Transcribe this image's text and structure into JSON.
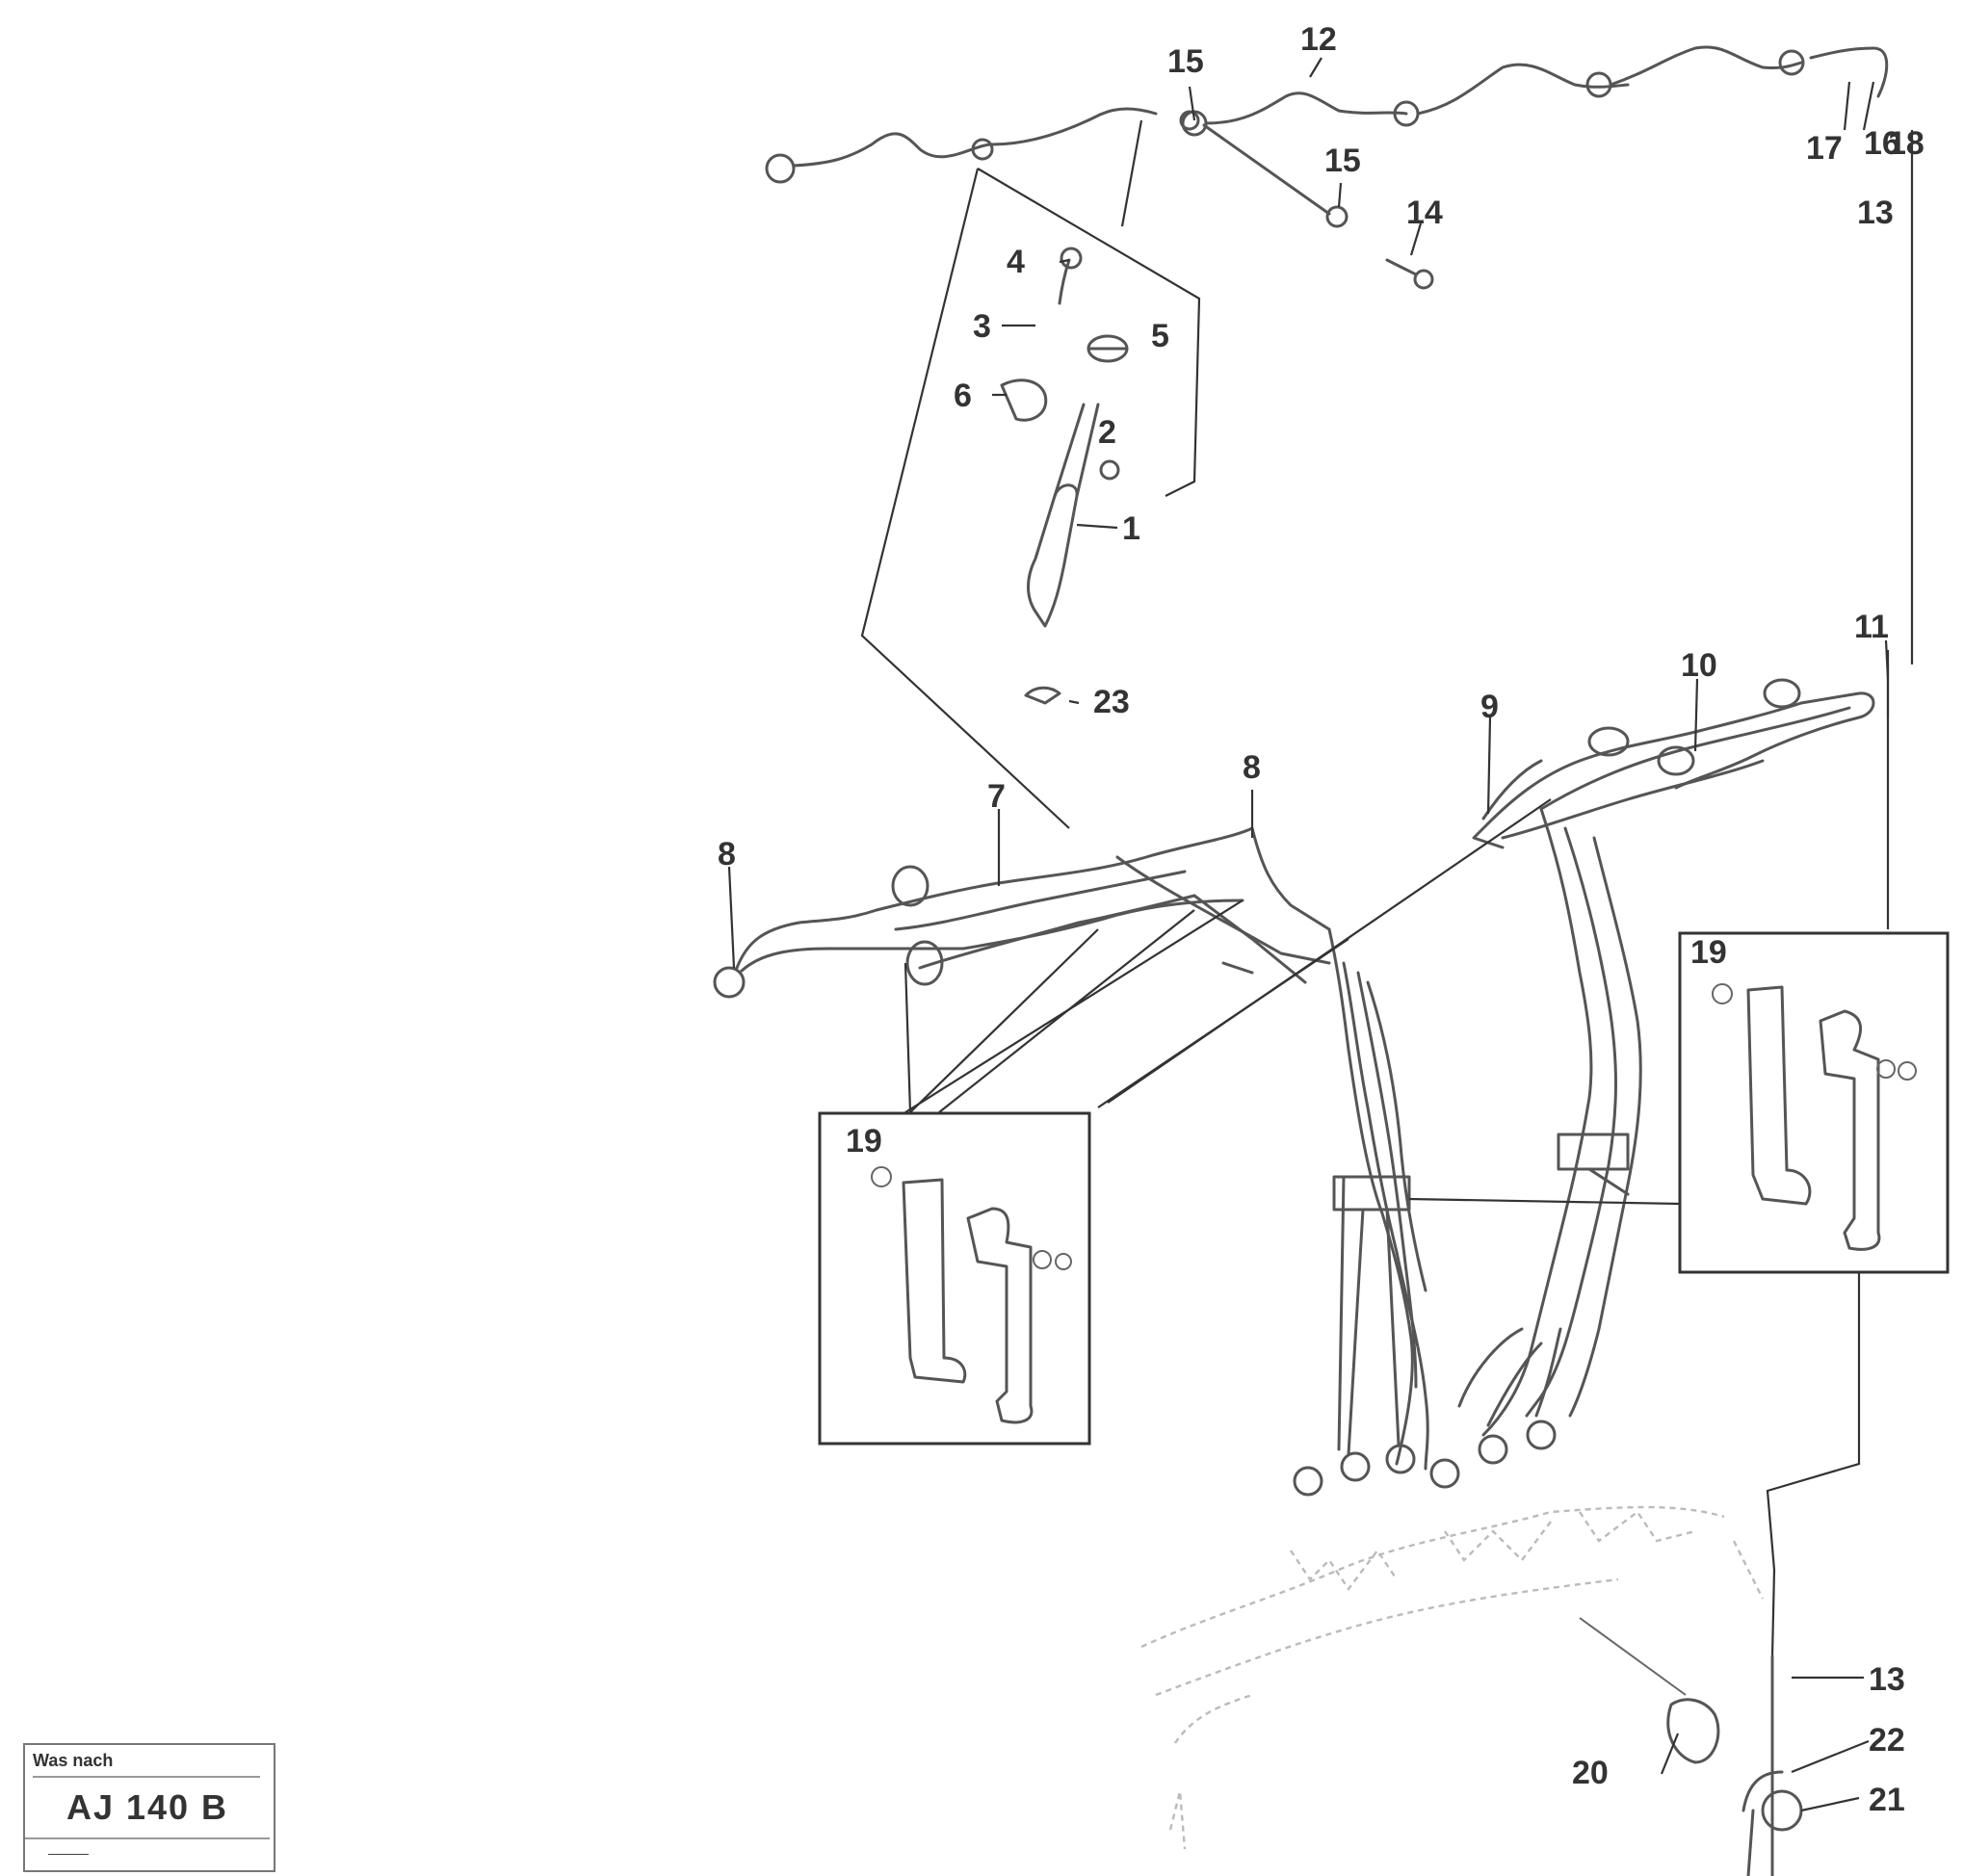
{
  "callouts": {
    "c1": "1",
    "c2": "2",
    "c3": "3",
    "c4": "4",
    "c5": "5",
    "c6": "6",
    "c7": "7",
    "c8a": "8",
    "c8b": "8",
    "c9": "9",
    "c10": "10",
    "c11": "11",
    "c12": "12",
    "c13a": "13",
    "c13b": "13",
    "c14": "14",
    "c15a": "15",
    "c15b": "15",
    "c16": "16",
    "c17": "17",
    "c18": "18",
    "c19a": "19",
    "c19b": "19",
    "c20": "20",
    "c21": "21",
    "c22": "22",
    "c23": "23"
  },
  "stamp": {
    "header": "Was nach",
    "code": "AJ 140 B",
    "footer": "———"
  },
  "icons": [
    "injector-icon",
    "return-pipe-icon",
    "clamp-bracket-icon",
    "fuel-injection-pump-icon"
  ]
}
